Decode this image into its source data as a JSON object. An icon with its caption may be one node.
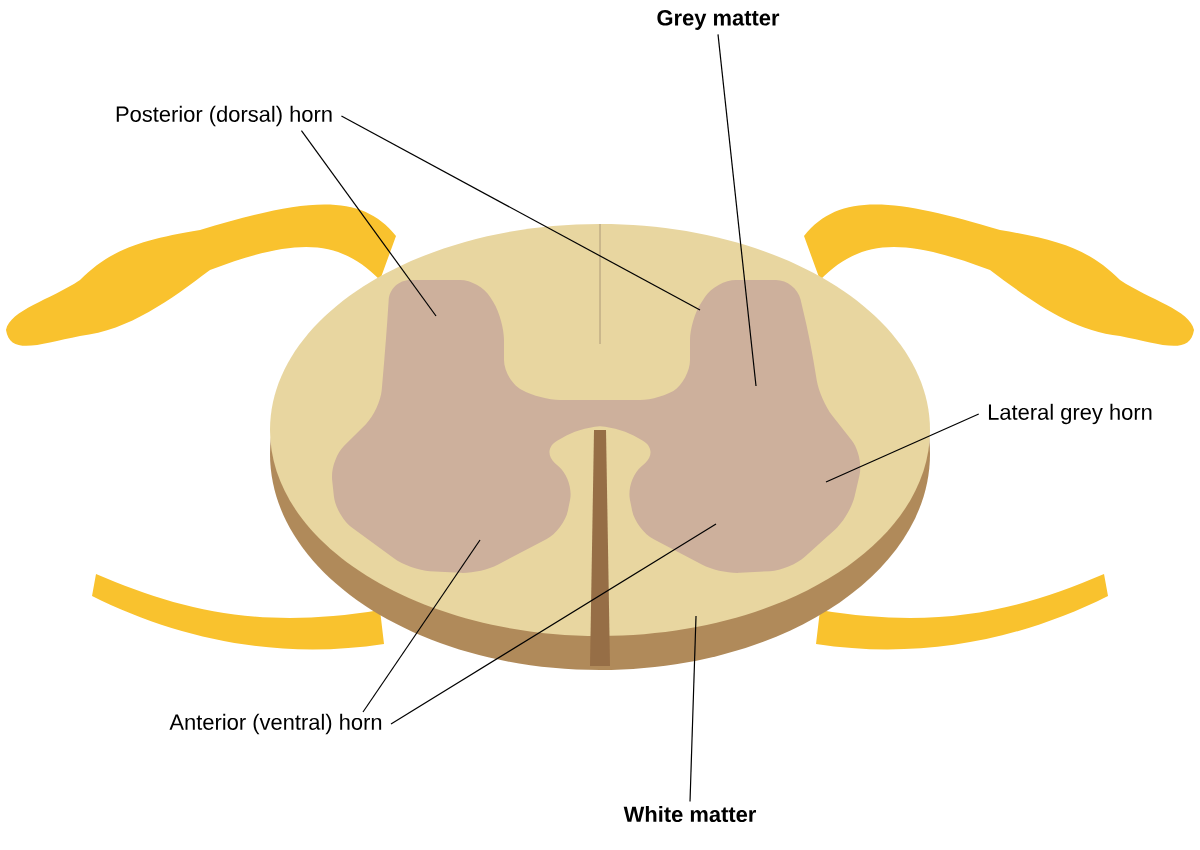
{
  "diagram": {
    "nodes": [
      {
        "text": [
          "Posterior (dorsal) horn"
        ]
      },
      {
        "text": [
          "Grey matter"
        ]
      },
      {
        "text": [
          "Lateral grey horn"
        ]
      },
      {
        "text": [
          "Anterior (ventral) horn"
        ]
      },
      {
        "text": [
          "White matter"
        ]
      }
    ],
    "edges": [
      {
        "from": 0,
        "to": null,
        "arrow": "none"
      },
      {
        "from": 0,
        "to": null,
        "arrow": "none"
      },
      {
        "from": 1,
        "to": null,
        "arrow": "none"
      },
      {
        "from": 2,
        "to": null,
        "arrow": "none"
      },
      {
        "from": 3,
        "to": null,
        "arrow": "none"
      },
      {
        "from": 3,
        "to": null,
        "arrow": "none"
      },
      {
        "from": 4,
        "to": null,
        "arrow": "none"
      }
    ]
  }
}
